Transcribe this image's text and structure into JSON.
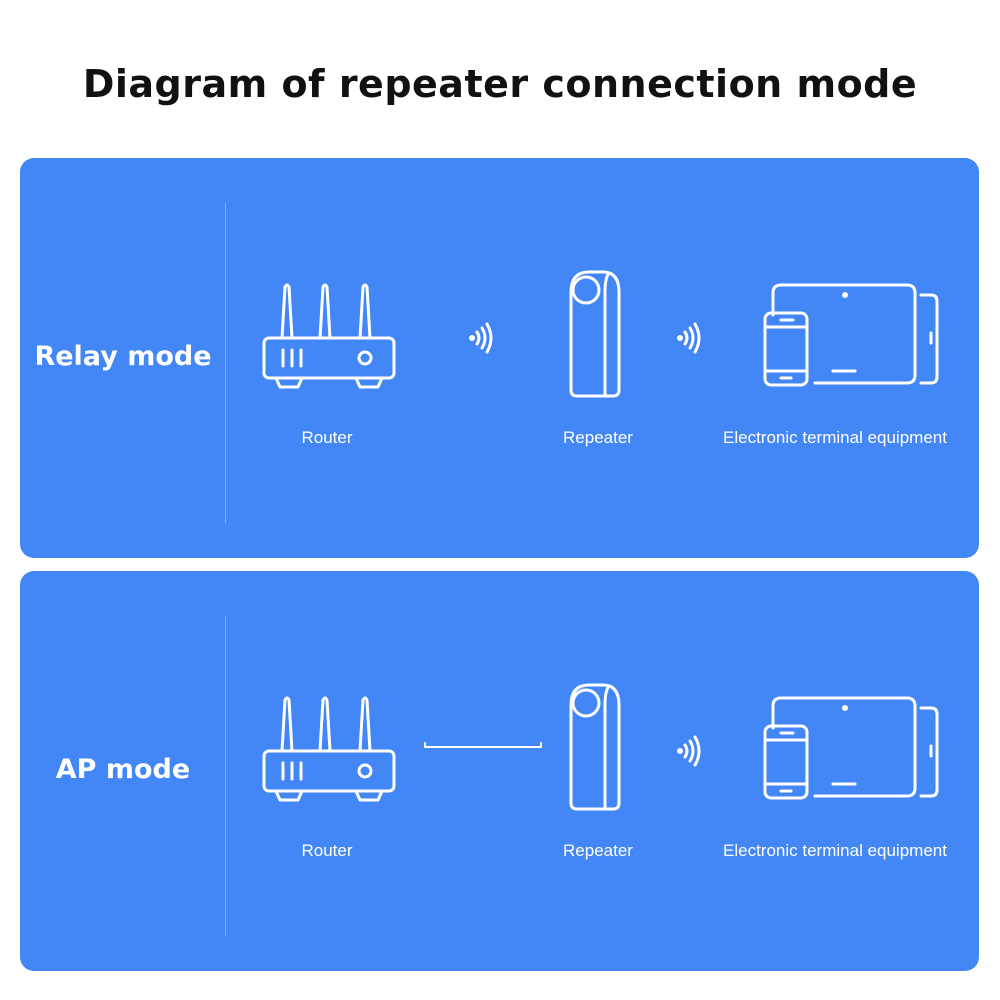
{
  "title": "Diagram of repeater connection mode",
  "colors": {
    "panel_bg": "#4386f6",
    "text_light": "#ffffff",
    "title": "#111111"
  },
  "panels": [
    {
      "mode": "Relay mode",
      "devices": [
        {
          "label": "Router",
          "icon": "router-icon"
        },
        {
          "label": "Repeater",
          "icon": "repeater-icon"
        },
        {
          "label": "Electronic terminal equipment",
          "icon": "devices-icon"
        }
      ],
      "links": [
        "wireless",
        "wireless"
      ]
    },
    {
      "mode": "AP mode",
      "devices": [
        {
          "label": "Router",
          "icon": "router-icon"
        },
        {
          "label": "Repeater",
          "icon": "repeater-icon"
        },
        {
          "label": "Electronic terminal equipment",
          "icon": "devices-icon"
        }
      ],
      "links": [
        "wired-cable",
        "wireless"
      ]
    }
  ]
}
